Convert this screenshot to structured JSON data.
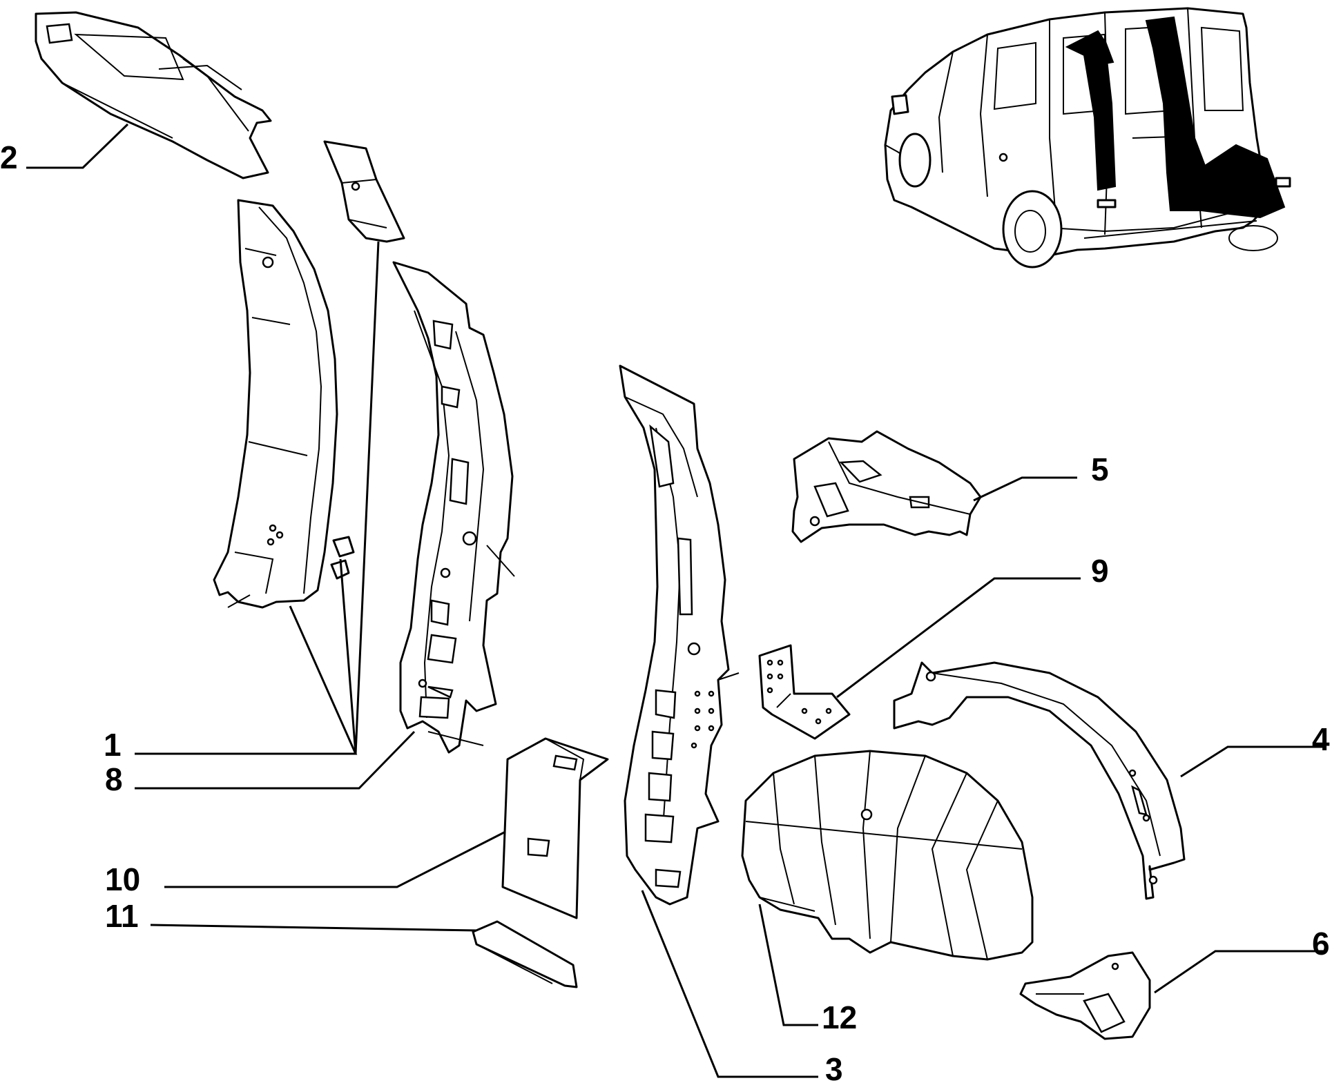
{
  "callouts": [
    {
      "id": "1",
      "text": "1"
    },
    {
      "id": "2",
      "text": "2"
    },
    {
      "id": "3",
      "text": "3"
    },
    {
      "id": "4",
      "text": "4"
    },
    {
      "id": "5",
      "text": "5"
    },
    {
      "id": "6",
      "text": "6"
    },
    {
      "id": "8",
      "text": "8"
    },
    {
      "id": "9",
      "text": "9"
    },
    {
      "id": "10",
      "text": "10"
    },
    {
      "id": "11",
      "text": "11"
    },
    {
      "id": "12",
      "text": "12"
    }
  ],
  "colors": {
    "line": "#000000",
    "background": "#ffffff",
    "highlight": "#000000"
  }
}
